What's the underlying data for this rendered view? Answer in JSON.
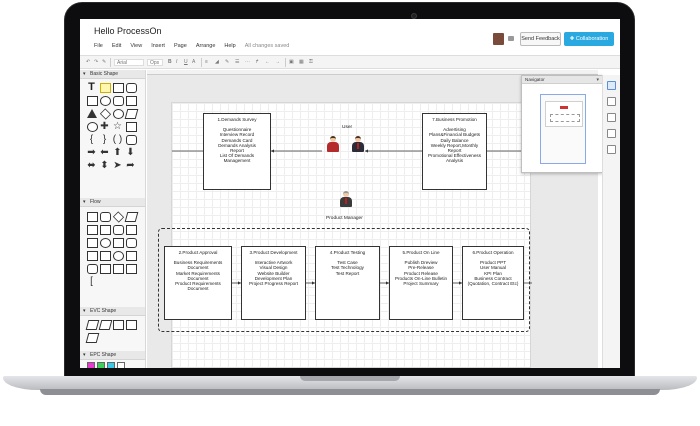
{
  "app": {
    "title": "Hello ProcessOn",
    "menu": [
      "File",
      "Edit",
      "View",
      "Insert",
      "Page",
      "Arrange",
      "Help"
    ],
    "save_status": "All changes saved",
    "feedback_label": "Send Feedback",
    "collab_label": "Collaboration"
  },
  "toolbar": {
    "font": "Arial",
    "size": "Ops"
  },
  "sidebar": {
    "sections": [
      "Basic Shape",
      "Flow",
      "EVC Shape",
      "EPC Shape"
    ]
  },
  "navigator": {
    "title": "Navigator",
    "close": "▾"
  },
  "diagram": {
    "user_label": "User",
    "manager_label": "Product Manager",
    "demands": {
      "title": "1.Demands Survey",
      "lines": [
        "Questionnaire",
        "Interview Record",
        "Demands Card",
        "Demands Analysis",
        "Report",
        "List Of Demands",
        "Management"
      ]
    },
    "promotion": {
      "title": "7.Business Promotion",
      "lines": [
        "Advertising",
        "Plans&Financial Budgets",
        "Daily Balance",
        "Weekly Report,Monthly",
        "Report",
        "Promotional Effectiveness",
        "Analysis"
      ]
    },
    "steps": [
      {
        "title": "2.Product Approval",
        "lines": [
          "Business Requirements",
          "Document",
          "Market Requirements",
          "Document",
          "Product Requirements",
          "Document"
        ]
      },
      {
        "title": "3.Product Development",
        "lines": [
          "Interactive Artwork",
          "Visual Design",
          "Website Builder",
          "Development Plan",
          "Project Progress Report"
        ]
      },
      {
        "title": "4.Product Testing",
        "lines": [
          "Test Case",
          "Test Technology",
          "Test Report"
        ]
      },
      {
        "title": "5.Product On Line",
        "lines": [
          "Publish Dreview",
          "Pre-Release",
          "Product Release",
          "Products On-Line Bulletin",
          "Project Summary"
        ]
      },
      {
        "title": "6.Product Operation",
        "lines": [
          "Product PPT",
          "User Manual",
          "KPI Plan",
          "Business Contract",
          "(Quotation, Contract Etc)"
        ]
      }
    ]
  },
  "colors": {
    "accent": "#2aa9e0",
    "epc_swatches": [
      "#e83ad0",
      "#3ad05a",
      "#3ac8e8",
      "#ffffff"
    ]
  }
}
